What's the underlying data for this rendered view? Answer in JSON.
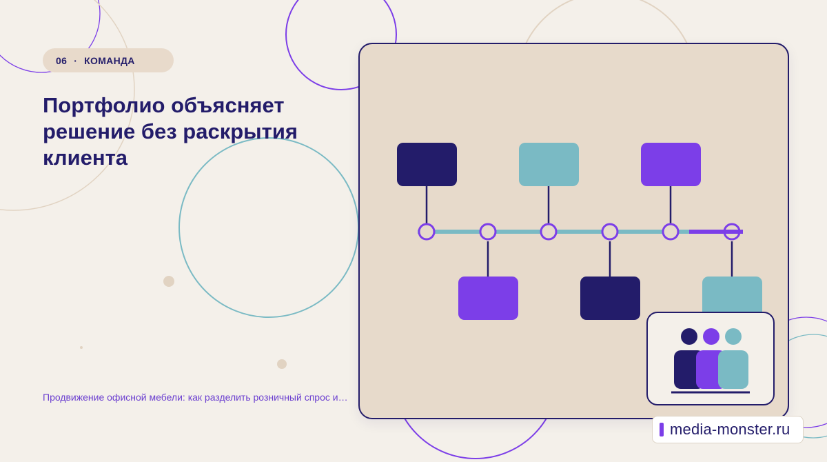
{
  "colors": {
    "navy": "#231c6a",
    "violet": "#7c3ee8",
    "teal": "#7abac4",
    "sand": "#e7dacb",
    "background": "#f4f0ea"
  },
  "header": {
    "number": "06",
    "separator": "·",
    "section": "КОМАНДА"
  },
  "title": "Портфолио объясняет решение без раскрытия клиента",
  "footer_text": "Продвижение офисной мебели: как разделить розничный спрос и…",
  "brand": {
    "label": "media-monster.ru"
  },
  "timeline": {
    "milestones": 6,
    "cards_above": [
      "navy",
      "teal",
      "violet"
    ],
    "cards_below": [
      "violet",
      "navy",
      "teal"
    ]
  },
  "team": {
    "icon": "team-icon",
    "members": [
      "navy",
      "violet",
      "teal"
    ]
  }
}
